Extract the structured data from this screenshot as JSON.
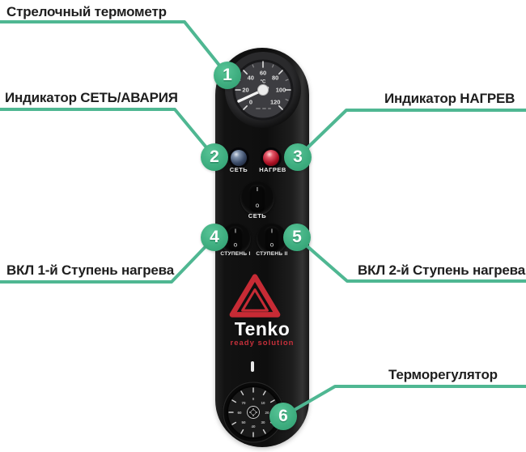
{
  "colors": {
    "annotation_green": "#3fae80",
    "line_green": "#4fb792",
    "logo_red": "#c6303b",
    "led_power_blue": "#3c4c68",
    "led_heat_red": "#a90f22",
    "panel_black": "#0e0e0e"
  },
  "callouts": [
    {
      "num": "1",
      "label": "Стрелочный термометр"
    },
    {
      "num": "2",
      "label": "Индикатор СЕТЬ/АВАРИЯ"
    },
    {
      "num": "3",
      "label": "Индикатор НАГРЕВ"
    },
    {
      "num": "4",
      "label": "ВКЛ 1-й Ступень нагрева"
    },
    {
      "num": "5",
      "label": "ВКЛ 2-й Ступень нагрева"
    },
    {
      "num": "6",
      "label": "Терморегулятор"
    }
  ],
  "panel": {
    "gauge": {
      "unit": "°C",
      "scale": [
        "0",
        "20",
        "40",
        "60",
        "80",
        "100",
        "120"
      ]
    },
    "leds": [
      {
        "label": "СЕТЬ"
      },
      {
        "label": "НАГРЕВ"
      }
    ],
    "main_switch": {
      "label": "СЕТЬ",
      "on": "I",
      "off": "O"
    },
    "stage_switches": [
      {
        "label": "СТУПЕНЬ I",
        "on": "I",
        "off": "O"
      },
      {
        "label": "СТУПЕНЬ II",
        "on": "I",
        "off": "O"
      }
    ],
    "logo": {
      "brand": "Tenko",
      "tagline": "ready solution"
    },
    "knob": {
      "scale": [
        "0",
        "10",
        "20",
        "30",
        "40",
        "50",
        "60",
        "70"
      ]
    }
  }
}
